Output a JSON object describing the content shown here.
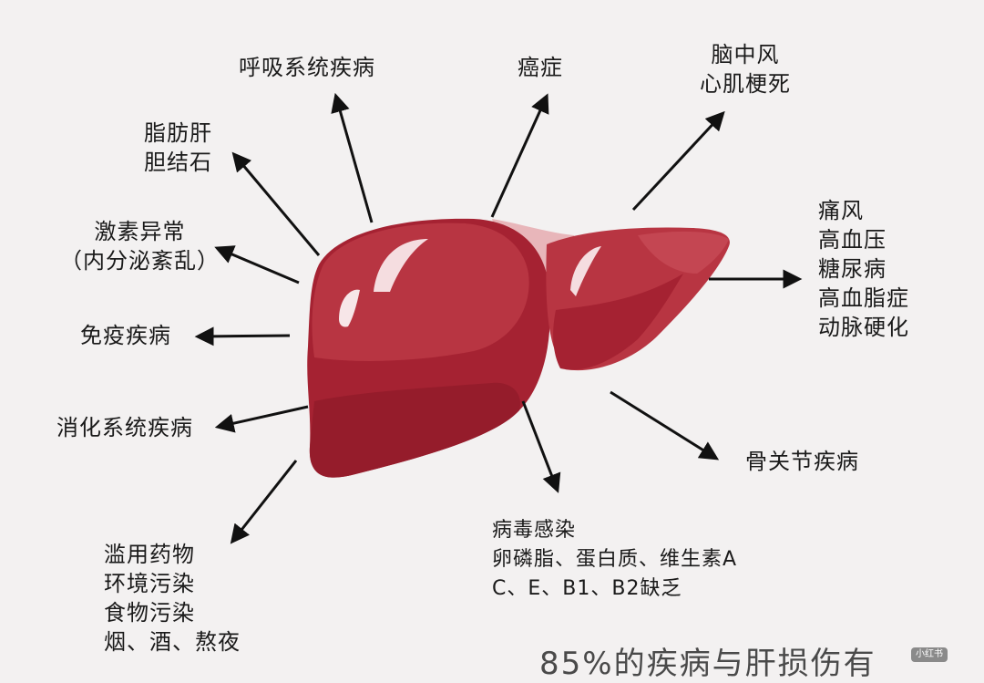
{
  "labels": {
    "respiratory": [
      "呼吸系统疾病"
    ],
    "cancer": [
      "癌症"
    ],
    "stroke": [
      "脑中风",
      "心肌梗死"
    ],
    "fatty_liver": [
      "脂肪肝",
      "胆结石"
    ],
    "hormone": [
      "激素异常",
      "（内分泌紊乱）"
    ],
    "immune": [
      "免疫疾病"
    ],
    "digestive": [
      "消化系统疾病"
    ],
    "metabolic": [
      "痛风",
      "高血压",
      "糖尿病",
      "高血脂症",
      "动脉硬化"
    ],
    "bone": [
      "骨关节疾病"
    ],
    "causes": [
      "滥用药物",
      "环境污染",
      "食物污染",
      "烟、酒、熬夜"
    ],
    "virus": [
      "病毒感染",
      "卵磷脂、蛋白质、维生素A",
      "C、E、B1、B2缺乏"
    ]
  },
  "bottom_text": "85%的疾病与肝损伤有",
  "watermark": "小红书",
  "colors": {
    "background": "#f3f1f1",
    "liver_dark": "#9e2030",
    "liver_mid": "#b8323f",
    "liver_light": "#cf5a64",
    "highlight": "#f5dde0",
    "arrow": "#111111"
  }
}
